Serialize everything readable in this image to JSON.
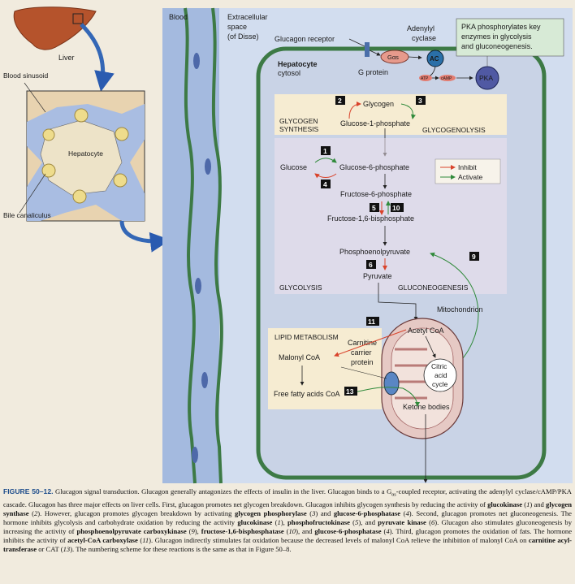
{
  "left_panel": {
    "liver_label": "Liver",
    "blood_sinusoid_label": "Blood sinusoid",
    "hepatocyte_label": "Hepatocyte",
    "bile_canaliculus_label": "Bile canaliculus"
  },
  "diagram": {
    "blood_label": "Blood",
    "extracellular_label": [
      "Extracellular",
      "space",
      "(of Disse)"
    ],
    "glucagon_receptor": "Glucagon receptor",
    "adenylyl_cyclase": [
      "Adenylyl",
      "cyclase"
    ],
    "g_protein": "G protein",
    "g_alpha": "Gαs",
    "ac": "AC",
    "atp": "ATP",
    "camp": "cAMP",
    "pka": "PKA",
    "pka_note": [
      "PKA phosphorylates key",
      "enzymes in glycolysis",
      "and gluconeogenesis."
    ],
    "cell_title": "Hepatocyte",
    "cell_sub": "cytosol",
    "glycogen": "Glycogen",
    "glycogen_synthesis": [
      "GLYCOGEN",
      "SYNTHESIS"
    ],
    "glucose_1_phosphate": "Glucose-1-phosphate",
    "glycogenolysis": "GLYCOGENOLYSIS",
    "glucose": "Glucose",
    "glucose_6_phosphate": "Glucose-6-phosphate",
    "fructose_6_phosphate": "Fructose-6-phosphate",
    "fructose_16_bisphosphate": "Fructose-1,6-bisphosphate",
    "pep": "Phosphoenolpyruvate",
    "pyruvate": "Pyruvate",
    "glycolysis": "GLYCOLYSIS",
    "gluconeogenesis": "GLUCONEOGENESIS",
    "legend_inhibit": "Inhibit",
    "legend_activate": "Activate",
    "lipid_metabolism": "LIPID METABOLISM",
    "malonyl_coa": "Malonyl CoA",
    "acetyl_coa": "Acetyl CoA",
    "carnitine": [
      "Carnitine",
      "carrier",
      "protein"
    ],
    "free_fatty_acids": "Free fatty acids CoA",
    "mitochondrion": "Mitochondrion",
    "citric_acid": [
      "Citric",
      "acid",
      "cycle"
    ],
    "ketone_bodies": "Ketone bodies",
    "step_numbers": [
      "1",
      "2",
      "3",
      "4",
      "5",
      "6",
      "9",
      "10",
      "11",
      "13"
    ],
    "colors": {
      "inhibit": "#d9432b",
      "activate": "#2f8a3a",
      "membrane": "#3d7a45",
      "blood": "#9fb6dc",
      "cytosol": "#c9d3e6",
      "note": "#d7ead6",
      "box": "#f6ecd2"
    }
  },
  "caption": {
    "figure": "FIGURE 50–12.",
    "lines": [
      "Glucagon signal transduction. Glucagon generally antagonizes the effects of insulin in the liver. Glucagon binds to a G",
      "αs",
      "-coupled receptor, activating the adenylyl cyclase/cAMP/PKA cascade. Glucagon has three major effects on liver cells. First, glucagon promotes net glycogen breakdown. Glucagon inhibits glycogen synthesis by reducing the activity of ",
      "glucokinase",
      " (",
      "1",
      ") and ",
      "glycogen synthase",
      " (",
      "2",
      "). However, glucagon promotes glycogen breakdown by activating ",
      "glycogen phosphorylase",
      " (",
      "3",
      ") and ",
      "glucose-6-phosphatase",
      " (",
      "4",
      "). Second, glucagon promotes net gluconeogenesis. The hormone inhibits glycolysis and carbohydrate oxidation by reducing the activity ",
      "glucokinase",
      " (",
      "1",
      "), ",
      "phosphofructokinase",
      " (",
      "5",
      "), and ",
      "pyruvate kinase",
      " (",
      "6",
      "). Glucagon also stimulates gluconeogenesis by increasing the activity of ",
      "phosphoenolpyruvate carboxykinase",
      " (",
      "9",
      "), ",
      "fructose-1,6-bisphosphatase",
      " (",
      "10",
      "), and ",
      "glucose-6-phosphatase",
      " (",
      "4",
      "). Third, glucagon promotes the oxidation of fats. The hormone inhibits the activity of ",
      "acetyl-CoA carboxylase",
      " (",
      "11",
      "). Glucagon indirectly stimulates fat oxidation because the decreased levels of malonyl CoA relieve the inhibition of malonyl CoA on ",
      "carnitine acyl-transferase",
      " or CAT (",
      "13",
      "). The numbering scheme for these reactions is the same as that in Figure 50–8."
    ]
  }
}
